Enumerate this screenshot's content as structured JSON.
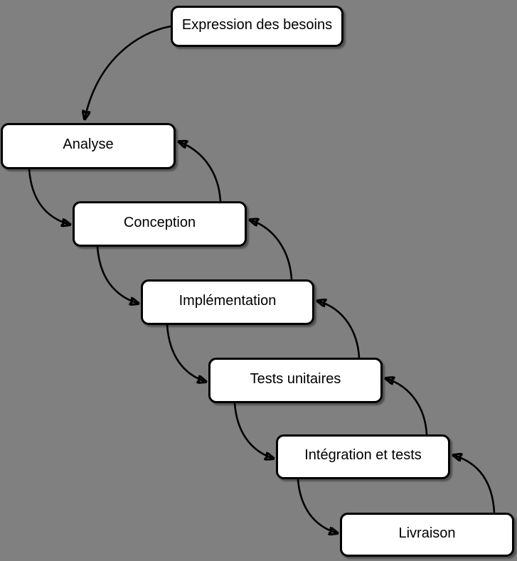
{
  "diagram": {
    "title": "Waterfall software development lifecycle (French)",
    "colors": {
      "background": "#808080",
      "box_fill": "#ffffff",
      "box_border": "#000000",
      "text": "#000000",
      "arrow": "#000000"
    },
    "boxes": [
      {
        "id": "expression-des-besoins",
        "label": "Expression des besoins"
      },
      {
        "id": "analyse",
        "label": "Analyse"
      },
      {
        "id": "conception",
        "label": "Conception"
      },
      {
        "id": "implementation",
        "label": "Implémentation"
      },
      {
        "id": "tests-unitaires",
        "label": "Tests unitaires"
      },
      {
        "id": "integration-et-tests",
        "label": "Intégration et tests"
      },
      {
        "id": "livraison",
        "label": "Livraison"
      }
    ],
    "connections": [
      {
        "from": "Expression des besoins",
        "to": "Analyse",
        "type": "forward"
      },
      {
        "from": "Analyse",
        "to": "Conception",
        "type": "forward"
      },
      {
        "from": "Conception",
        "to": "Implémentation",
        "type": "forward"
      },
      {
        "from": "Implémentation",
        "to": "Tests unitaires",
        "type": "forward"
      },
      {
        "from": "Tests unitaires",
        "to": "Intégration et tests",
        "type": "forward"
      },
      {
        "from": "Intégration et tests",
        "to": "Livraison",
        "type": "forward"
      },
      {
        "from": "Conception",
        "to": "Analyse",
        "type": "feedback"
      },
      {
        "from": "Implémentation",
        "to": "Conception",
        "type": "feedback"
      },
      {
        "from": "Tests unitaires",
        "to": "Implémentation",
        "type": "feedback"
      },
      {
        "from": "Intégration et tests",
        "to": "Tests unitaires",
        "type": "feedback"
      },
      {
        "from": "Livraison",
        "to": "Intégration et tests",
        "type": "feedback"
      }
    ]
  }
}
